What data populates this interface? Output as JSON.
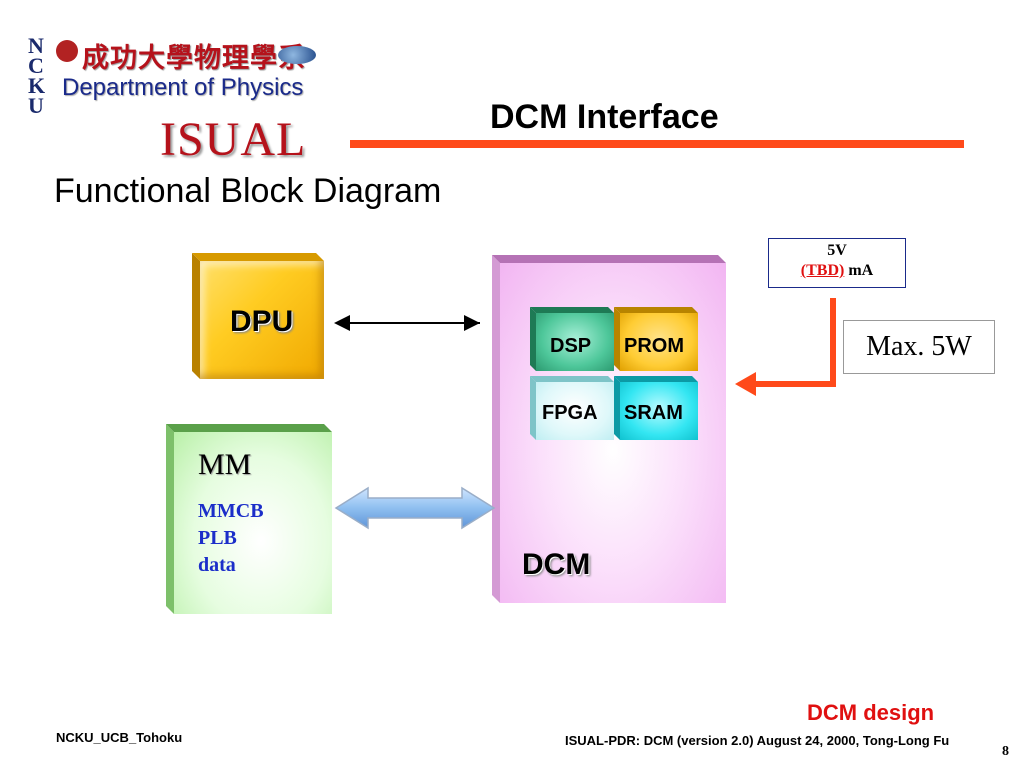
{
  "logo": {
    "letters": "NCKU",
    "chinese": "成功大學物理學系",
    "department": "Department of Physics",
    "mission": "ISUAL"
  },
  "slide": {
    "title": "DCM Interface",
    "subtitle": "Functional Block Diagram"
  },
  "diagram": {
    "dpu": {
      "label": "DPU"
    },
    "mm": {
      "title": "MM",
      "items": [
        "MMCB",
        "PLB",
        "data"
      ]
    },
    "dcm": {
      "label": "DCM",
      "components": [
        "DSP",
        "PROM",
        "FPGA",
        "SRAM"
      ]
    },
    "power": {
      "voltage": "5V",
      "current_tbd": "(TBD)",
      "current_unit": "mA"
    },
    "max_power": "Max. 5W"
  },
  "colors": {
    "title_rule": "#ff4a1a",
    "power_arrow": "#ff4a1a",
    "footer_title": "#e01010",
    "mm_items": "#1b2ec9",
    "bus_arrow": "#8fbff0"
  },
  "footer": {
    "section_title": "DCM design",
    "left": "NCKU_UCB_Tohoku",
    "center": "ISUAL-PDR: DCM (version 2.0)  August 24, 2000, Tong-Long Fu",
    "page_number": "8"
  }
}
